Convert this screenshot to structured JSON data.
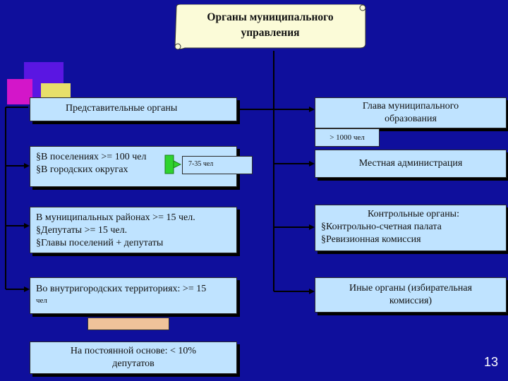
{
  "title": {
    "line1": "Органы муниципального",
    "line2": "управления"
  },
  "left": {
    "header": "Представительные органы",
    "box1": {
      "line1": "§В поселениях >= 100 чел",
      "line2": "§В городских округах",
      "badge": "7-35 чел"
    },
    "box2": {
      "line1": "В муниципальных районах >= 15 чел.",
      "line2": "§Депутаты >= 15 чел.",
      "line3": "§Главы поселений + депутаты"
    },
    "box3": {
      "line1": "Во внутригородских территориях: >= 15",
      "line2": "чел"
    },
    "box4": {
      "line1": "На постоянной основе: < 10%",
      "line2": "депутатов"
    }
  },
  "right": {
    "head": {
      "line1": "Глава муниципального",
      "line2": "образования"
    },
    "head_note": "> 1000 чел",
    "admin": "Местная администрация",
    "control": {
      "line1": "Контрольные органы:",
      "line2": "§Контрольно-счетная палата",
      "line3": "§Ревизионная комиссия"
    },
    "other": {
      "line1": "Иные органы (избирательная",
      "line2": "комиссия)"
    }
  },
  "page_number": "13",
  "colors": {
    "background": "#0f0f9c",
    "box": "#bfe3ff",
    "line": "#000000",
    "scroll": "#fbfbd8"
  }
}
